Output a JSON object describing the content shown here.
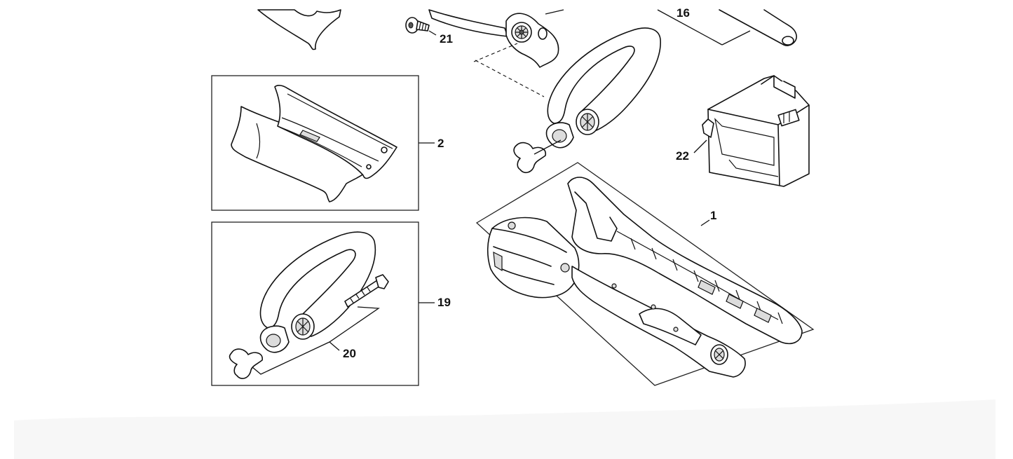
{
  "callouts": {
    "c1": "1",
    "c2": "2",
    "c16": "16",
    "c19": "19",
    "c20": "20",
    "c21": "21",
    "c22": "22"
  },
  "parts": {
    "p1": "rear-handle-housing",
    "p2": "handle-cover-kit",
    "p16": "tube",
    "p19": "loop-handle-kit",
    "p20": "loop-handle-fastener-set",
    "p21": "screw",
    "p22": "filter-cover"
  },
  "colors": {
    "line": "#111111",
    "background": "#ffffff",
    "shade": "#dcdcdc"
  }
}
